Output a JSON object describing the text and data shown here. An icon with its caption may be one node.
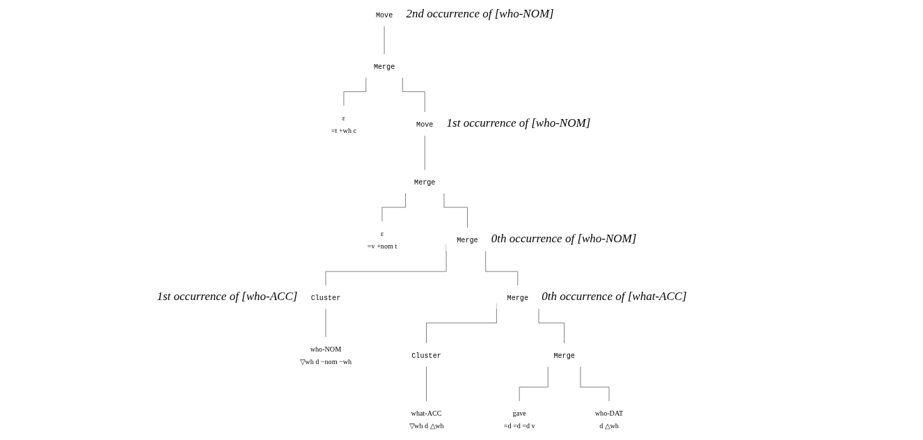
{
  "diagram": {
    "nodes": [
      {
        "text": [
          "Move"
        ],
        "beside": [
          "2nd occurrence of [who-NOM]"
        ]
      },
      {
        "text": [
          "Merge"
        ]
      },
      {
        "text": [
          "ε",
          "=t +wh c"
        ]
      },
      {
        "text": [
          "Move"
        ],
        "beside": [
          "1st occurrence of [who-NOM]"
        ]
      },
      {
        "text": [
          "Merge"
        ]
      },
      {
        "text": [
          "ε",
          "=v +nom t"
        ]
      },
      {
        "text": [
          "Merge"
        ],
        "beside": [
          "0th occurrence of [who-NOM]"
        ]
      },
      {
        "text": [
          "Cluster"
        ],
        "beside": [
          "1st occurrence of [who-ACC]"
        ]
      },
      {
        "text": [
          "Merge"
        ],
        "beside": [
          "0th occurrence of [what-ACC]"
        ]
      },
      {
        "text": [
          "who-NOM",
          "▽wh d −nom −wh"
        ]
      },
      {
        "text": [
          "Cluster"
        ]
      },
      {
        "text": [
          "Merge"
        ]
      },
      {
        "text": [
          "what-ACC",
          "▽wh d △wh"
        ]
      },
      {
        "text": [
          "gave",
          "=d =d =d v"
        ]
      },
      {
        "text": [
          "who-DAT",
          "d △wh"
        ]
      }
    ],
    "edges": [
      {
        "from": 0,
        "to": 1,
        "arrow": "none"
      },
      {
        "from": 1,
        "to": 2,
        "arrow": "none"
      },
      {
        "from": 1,
        "to": 3,
        "arrow": "none"
      },
      {
        "from": 3,
        "to": 4,
        "arrow": "none"
      },
      {
        "from": 4,
        "to": 5,
        "arrow": "none"
      },
      {
        "from": 4,
        "to": 6,
        "arrow": "none"
      },
      {
        "from": 6,
        "to": 7,
        "arrow": "none"
      },
      {
        "from": 6,
        "to": 8,
        "arrow": "none"
      },
      {
        "from": 7,
        "to": 9,
        "arrow": "none"
      },
      {
        "from": 8,
        "to": 10,
        "arrow": "none"
      },
      {
        "from": 8,
        "to": 11,
        "arrow": "none"
      },
      {
        "from": 10,
        "to": 12,
        "arrow": "none"
      },
      {
        "from": 11,
        "to": 13,
        "arrow": "none"
      },
      {
        "from": 11,
        "to": 14,
        "arrow": "none"
      }
    ]
  }
}
